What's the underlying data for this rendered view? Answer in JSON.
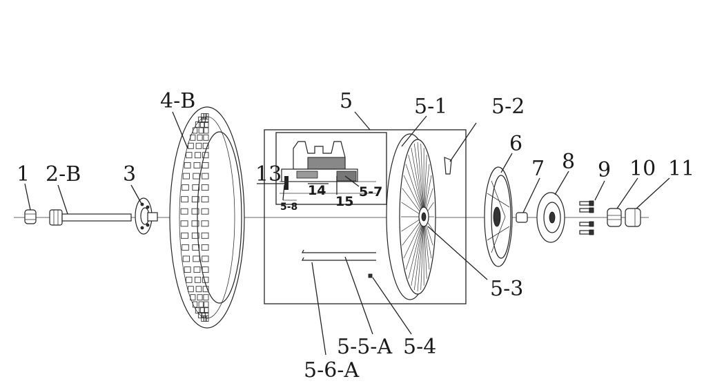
{
  "labels": {
    "p1": "1",
    "p2b": "2-B",
    "p3": "3",
    "p4b": "4-B",
    "p5": "5",
    "p5_1": "5-1",
    "p5_2": "5-2",
    "p6": "6",
    "p7": "7",
    "p8": "8",
    "p9": "9",
    "p10": "10",
    "p11": "11",
    "p13": "13",
    "p14": "14",
    "p15": "15",
    "p5_7": "5-7",
    "p5_8": "5-8",
    "p5_3": "5-3",
    "p5_5a": "5-5-A",
    "p5_4": "5-4",
    "p5_6a": "5-6-A"
  }
}
